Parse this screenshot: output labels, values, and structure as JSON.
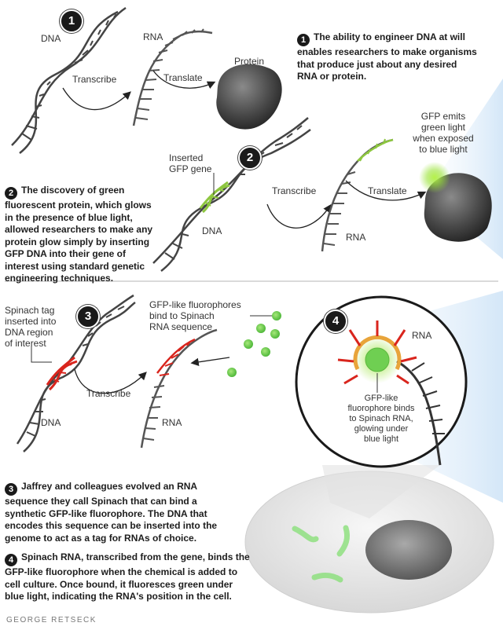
{
  "labels": {
    "dna_1": "DNA",
    "rna_1": "RNA",
    "protein_1": "Protein",
    "transcribe_1": "Transcribe",
    "translate_1": "Translate",
    "inserted_gfp_gene": "Inserted\nGFP gene",
    "dna_2": "DNA",
    "transcribe_2": "Transcribe",
    "rna_2": "RNA",
    "translate_2": "Translate",
    "gfp_emits": "GFP emits\ngreen light\nwhen exposed\nto blue light",
    "spinach_tag": "Spinach tag\ninserted into\nDNA region\nof interest",
    "gfp_like_bind": "GFP-like fluorophores\nbind to Spinach\nRNA sequence",
    "transcribe_3": "Transcribe",
    "dna_3": "DNA",
    "rna_3": "RNA",
    "rna_4": "RNA",
    "fluorophore_binds": "GFP-like\nfluorophore binds\nto Spinach RNA,\nglowing under\nblue light"
  },
  "badges": {
    "b1": "1",
    "b2": "2",
    "b3": "3",
    "b4": "4"
  },
  "paragraphs": {
    "p1_num": "1",
    "p1": "The ability to engineer DNA at will enables researchers to make organisms that produce just about any desired RNA or protein.",
    "p2_num": "2",
    "p2": "The discovery of green fluorescent protein, which glows in the presence of blue light, allowed researchers to make any protein glow simply by inserting GFP DNA into their gene of interest using standard genetic engineering techniques.",
    "p3_num": "3",
    "p3": "Jaffrey and colleagues evolved an RNA sequence they call Spinach that can bind a synthetic GFP-like fluorophore. The DNA that encodes this sequence can be inserted into the genome to act as a tag for RNAs of choice.",
    "p4_num": "4",
    "p4": "Spinach RNA, transcribed from the gene, binds the GFP-like fluorophore when the chemical is added to cell culture. Once bound, it fluoresces green under blue light, indicating the RNA's position in the cell."
  },
  "credit": "GEORGE RETSECK",
  "colors": {
    "gfp_green": "#8dc63f",
    "spinach_red": "#d9251d",
    "glow_green": "#7ed957",
    "strand_gray": "#555555"
  }
}
